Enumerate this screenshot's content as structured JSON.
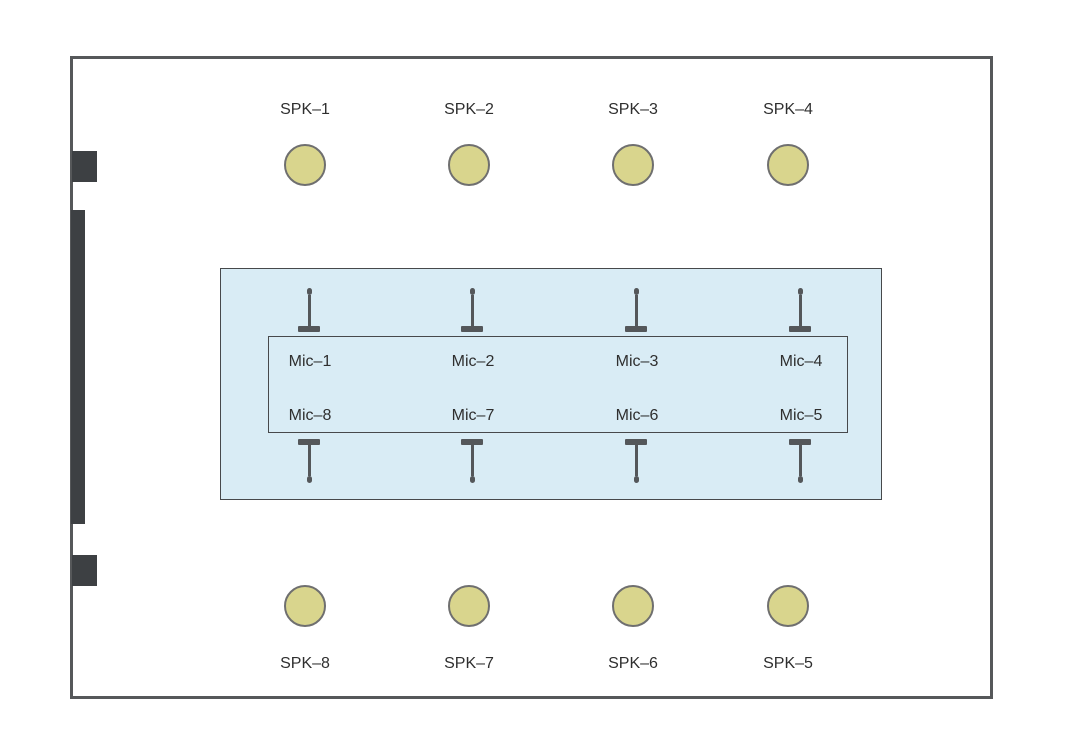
{
  "diagram": {
    "kind": "conference-room-audio-layout",
    "colors": {
      "speaker_fill": "#d9d58d",
      "speaker_border": "#6f6f6f",
      "table_zone_fill": "#d9ecf5",
      "shape_outline": "#47494b",
      "room_border": "#56585a",
      "wall_fixture": "#3d4043",
      "mic_icon": "#54575a",
      "label_text": "#2f2f2f"
    }
  },
  "speakers": {
    "top": [
      {
        "label": "SPK–1"
      },
      {
        "label": "SPK–2"
      },
      {
        "label": "SPK–3"
      },
      {
        "label": "SPK–4"
      }
    ],
    "bottom": [
      {
        "label": "SPK–8"
      },
      {
        "label": "SPK–7"
      },
      {
        "label": "SPK–6"
      },
      {
        "label": "SPK–5"
      }
    ]
  },
  "microphones": {
    "top": [
      {
        "label": "Mic–1"
      },
      {
        "label": "Mic–2"
      },
      {
        "label": "Mic–3"
      },
      {
        "label": "Mic–4"
      }
    ],
    "bottom": [
      {
        "label": "Mic–8"
      },
      {
        "label": "Mic–7"
      },
      {
        "label": "Mic–6"
      },
      {
        "label": "Mic–5"
      }
    ]
  },
  "icons": {
    "speaker": "speaker-ceiling-circle",
    "microphone": "gooseneck-mic-stand",
    "wall": "door-panel-and-mounts"
  }
}
